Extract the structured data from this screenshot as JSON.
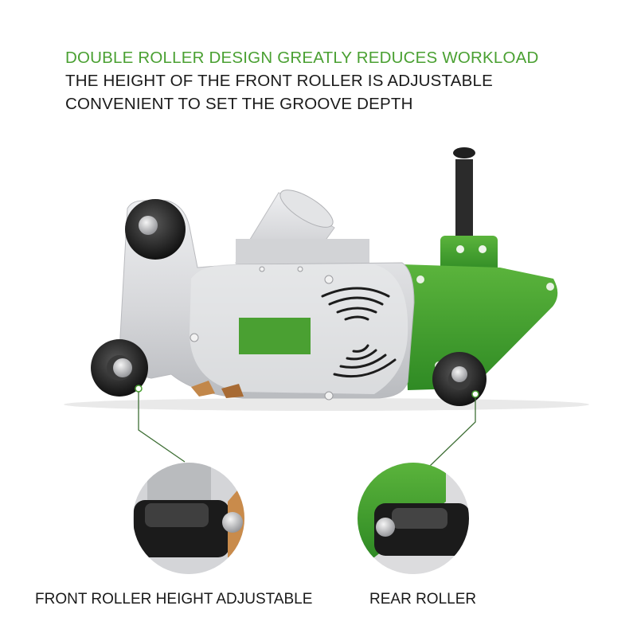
{
  "headline": {
    "line1": "DOUBLE ROLLER DESIGN GREATLY REDUCES WORKLOAD",
    "line2": "THE HEIGHT OF THE FRONT ROLLER IS ADJUSTABLE",
    "line3": "CONVENIENT TO SET THE GROOVE DEPTH"
  },
  "captions": {
    "front": "FRONT ROLLER HEIGHT ADJUSTABLE",
    "rear": "REAR ROLLER"
  },
  "colors": {
    "accent_green": "#4aa032",
    "body_silver": "#d9dadc",
    "text_dark": "#1a1a1a"
  }
}
